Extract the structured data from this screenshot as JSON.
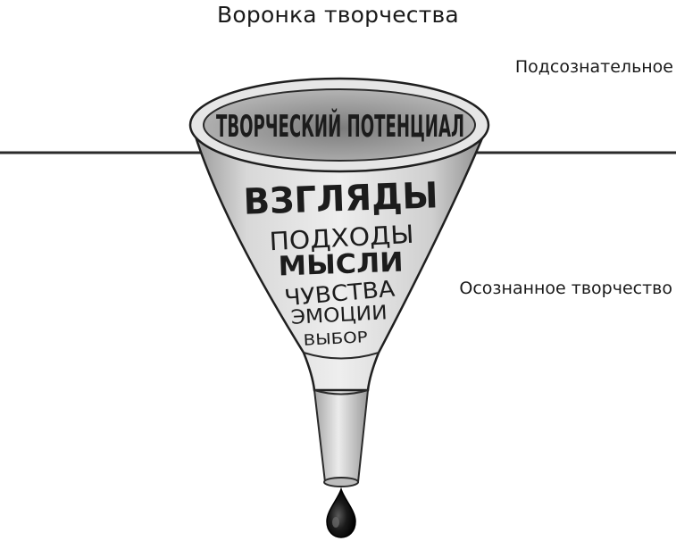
{
  "title": "Воронка творчества",
  "labels": {
    "subconscious": "Подсознательное",
    "conscious": "Осознанное творчество"
  },
  "funnel": {
    "rim_text": "ТВОРЧЕСКИЙ ПОТЕНЦИАЛ",
    "words": [
      "ВЗГЛЯДЫ",
      "ПОДХОДЫ",
      "МЫСЛИ",
      "ЧУВСТВА",
      "ЭМОЦИИ",
      "ВЫБОР"
    ]
  },
  "colors": {
    "line": "#2a2a2a",
    "funnel_body": "#d9d9d9",
    "funnel_shadow": "#a8a8a8",
    "drop": "#151515"
  }
}
